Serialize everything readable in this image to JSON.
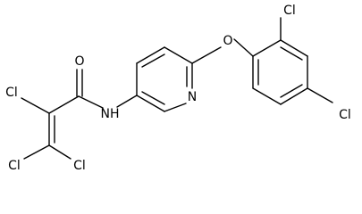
{
  "structure": {
    "atoms": {
      "o_carbonyl": "O",
      "n_amide": "NH",
      "n_pyridine": "N",
      "o_ether": "O",
      "cl_alpha": "Cl",
      "cl_beta_left": "Cl",
      "cl_beta_right": "Cl",
      "cl_ortho": "Cl",
      "cl_para": "Cl"
    }
  }
}
